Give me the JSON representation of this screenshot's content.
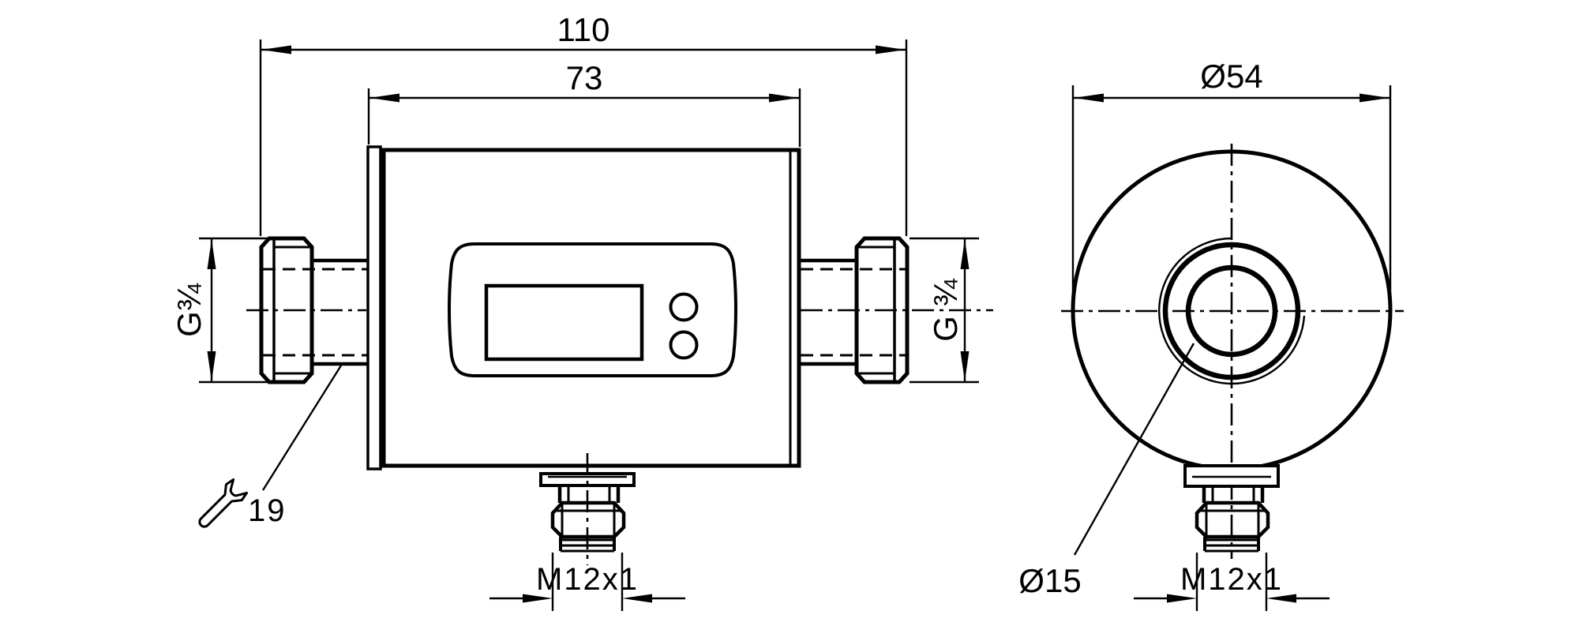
{
  "colors": {
    "ink": "#000000",
    "paper": "#ffffff"
  },
  "side_view": {
    "dim_overall_length": "110",
    "dim_body_length": "73",
    "thread_left": "G¾",
    "thread_right": "G ¾",
    "connector_thread": "M12x1",
    "wrench_size": "19"
  },
  "front_view": {
    "dim_outer_diameter": "Ø54",
    "bore_diameter": "Ø15",
    "connector_thread": "M12x1"
  }
}
